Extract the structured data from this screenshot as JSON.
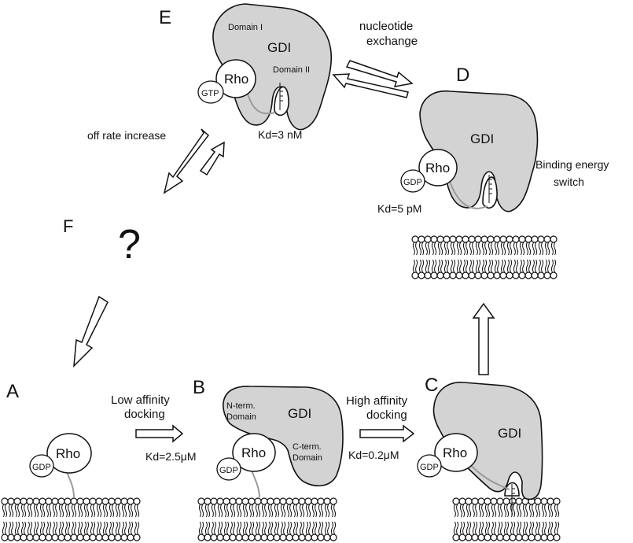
{
  "panels": {
    "A": {
      "letter": "A",
      "rho": "Rho",
      "nucleotide": "GDP"
    },
    "B": {
      "letter": "B",
      "gdi": "GDI",
      "rho": "Rho",
      "nucleotide": "GDP",
      "domain_n": [
        "N-term.",
        "Domain"
      ],
      "domain_c": [
        "C-term.",
        "Domain"
      ]
    },
    "C": {
      "letter": "C",
      "gdi": "GDI",
      "rho": "Rho",
      "nucleotide": "GDP"
    },
    "D": {
      "letter": "D",
      "gdi": "GDI",
      "rho": "Rho",
      "nucleotide": "GDP",
      "kd": "Kd=5 pM",
      "note": [
        "Binding energy",
        "switch"
      ]
    },
    "E": {
      "letter": "E",
      "gdi": "GDI",
      "rho": "Rho",
      "nucleotide": "GTP",
      "domain1": "Domain I",
      "domain2": "Domain II",
      "kd": "Kd=3 nM"
    },
    "F": {
      "letter": "F",
      "symbol": "?"
    }
  },
  "transitions": {
    "a_to_b": {
      "label": [
        "Low affinity",
        "docking"
      ],
      "kd": "Kd=2.5μM"
    },
    "b_to_c": {
      "label": [
        "High affinity",
        "docking"
      ],
      "kd": "Kd=0.2μM"
    },
    "d_e": {
      "label": [
        "nucleotide",
        "exchange"
      ]
    },
    "e_f": {
      "label": "off rate increase"
    }
  }
}
